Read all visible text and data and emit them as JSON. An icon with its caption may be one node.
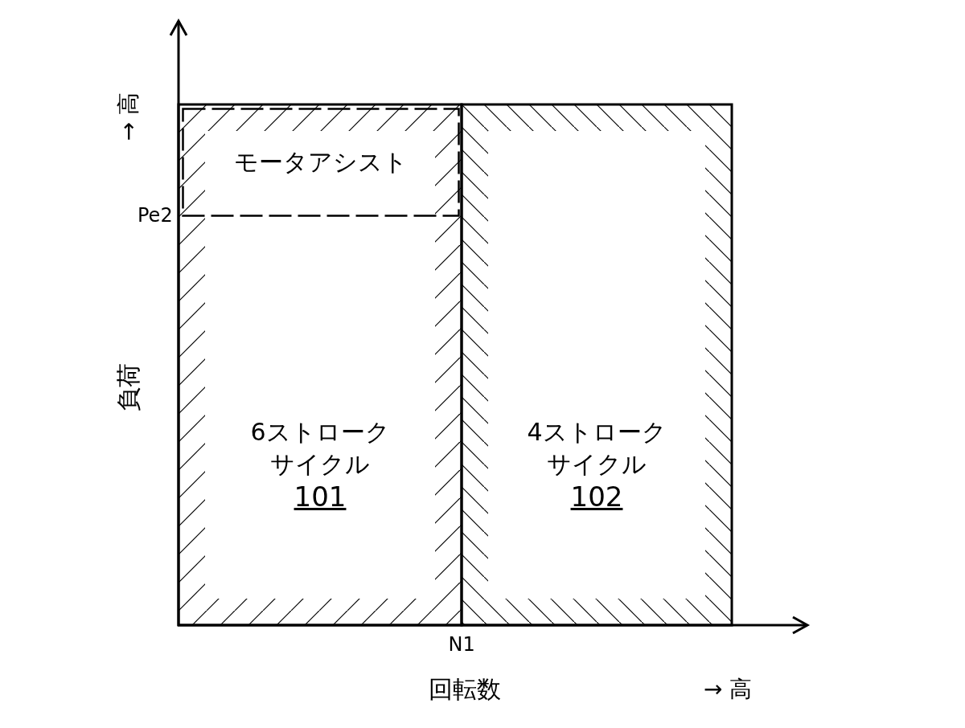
{
  "diagram": {
    "nodes": [
      {
        "text": [
          "6ストロークサイクル",
          "101"
        ]
      },
      {
        "text": [
          "4ストロークサイクル",
          "102"
        ]
      },
      {
        "text": [
          "モータアシスト"
        ],
        "in": 0
      }
    ],
    "labels": [
      "→ 高",
      "Pe2",
      "負荷",
      "N1",
      "回転数",
      "→ 高"
    ]
  }
}
